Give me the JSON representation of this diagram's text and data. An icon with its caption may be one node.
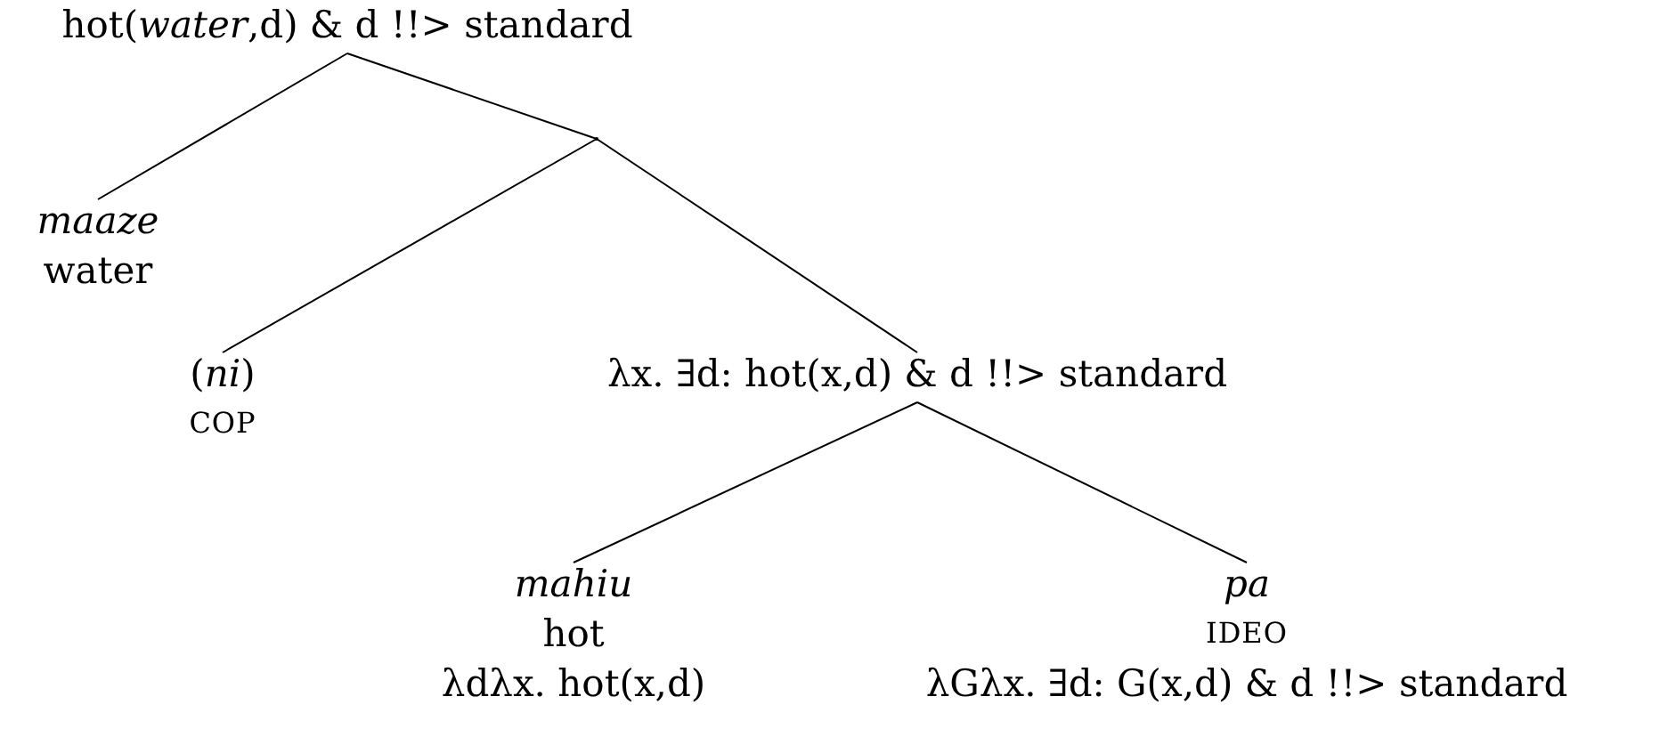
{
  "diagram": {
    "nodes": [
      {
        "text": [
          "hot(*water*,d) & d !!> standard"
        ]
      },
      {
        "text": [
          "maaze",
          "water"
        ]
      },
      {
        "text": [],
        "shape": "point"
      },
      {
        "text": [
          "(*ni*)",
          "COP"
        ]
      },
      {
        "text": [
          "λx. ∃d: hot(x,d) & d !!> standard"
        ]
      },
      {
        "text": [
          "mahiu",
          "hot",
          "λdλx. hot(x,d)"
        ]
      },
      {
        "text": [
          "pa",
          "IDEO",
          "λGλx. ∃d: G(x,d) & d !!> standard"
        ]
      }
    ],
    "edges": [
      {
        "from": 0,
        "to": 1,
        "arrow": "none"
      },
      {
        "from": 0,
        "to": 2,
        "arrow": "none"
      },
      {
        "from": 2,
        "to": 3,
        "arrow": "none"
      },
      {
        "from": 2,
        "to": 4,
        "arrow": "none"
      },
      {
        "from": 4,
        "to": 5,
        "arrow": "none"
      },
      {
        "from": 4,
        "to": 6,
        "arrow": "none"
      }
    ]
  }
}
